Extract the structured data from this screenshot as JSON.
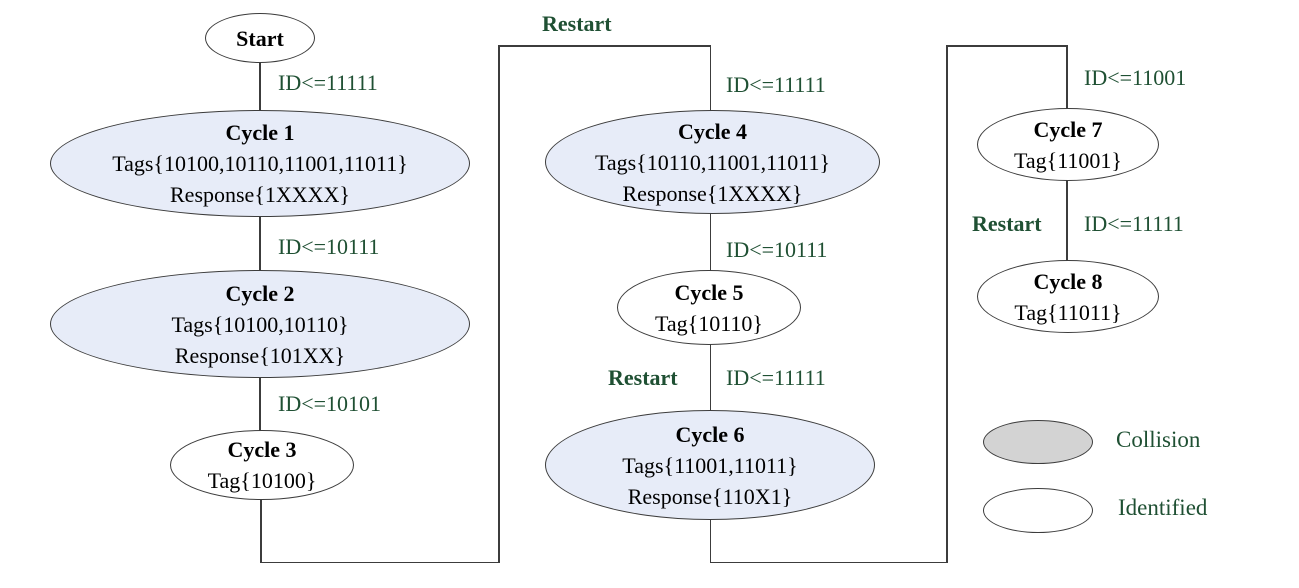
{
  "colors": {
    "collision_fill": "#e7ecf8",
    "identified_fill": "#ffffff",
    "legend_collision_fill": "#d3d3d3",
    "label_green": "#1f5033",
    "stroke": "#3c3c3c",
    "text": "#000000"
  },
  "start": {
    "label": "Start"
  },
  "cycles": [
    {
      "title": "Cycle 1",
      "tags": "Tags{10100,10110,11001,11011}",
      "response": "Response{1XXXX}",
      "status": "collision"
    },
    {
      "title": "Cycle 2",
      "tags": "Tags{10100,10110}",
      "response": "Response{101XX}",
      "status": "collision"
    },
    {
      "title": "Cycle 3",
      "tags": "Tag{10100}",
      "status": "identified"
    },
    {
      "title": "Cycle 4",
      "tags": "Tags{10110,11001,11011}",
      "response": "Response{1XXXX}",
      "status": "collision"
    },
    {
      "title": "Cycle 5",
      "tags": "Tag{10110}",
      "status": "identified"
    },
    {
      "title": "Cycle 6",
      "tags": "Tags{11001,11011}",
      "response": "Response{110X1}",
      "status": "collision"
    },
    {
      "title": "Cycle 7",
      "tags": "Tag{11001}",
      "status": "identified"
    },
    {
      "title": "Cycle 8",
      "tags": "Tag{11011}",
      "status": "identified"
    }
  ],
  "edge_labels": {
    "start_to_cycle1": "ID<=11111",
    "cycle1_to_cycle2": "ID<=10111",
    "cycle2_to_cycle3": "ID<=10101",
    "restart_loop1": "Restart",
    "loop1_to_cycle4": "ID<=11111",
    "cycle4_to_cycle5": "ID<=10111",
    "restart_cycle5": "Restart",
    "cycle5_to_cycle6": "ID<=11111",
    "loop2_to_cycle7": "ID<=11001",
    "restart_cycle7": "Restart",
    "cycle7_to_cycle8": "ID<=11111"
  },
  "legend": {
    "collision": "Collision",
    "identified": "Identified"
  }
}
